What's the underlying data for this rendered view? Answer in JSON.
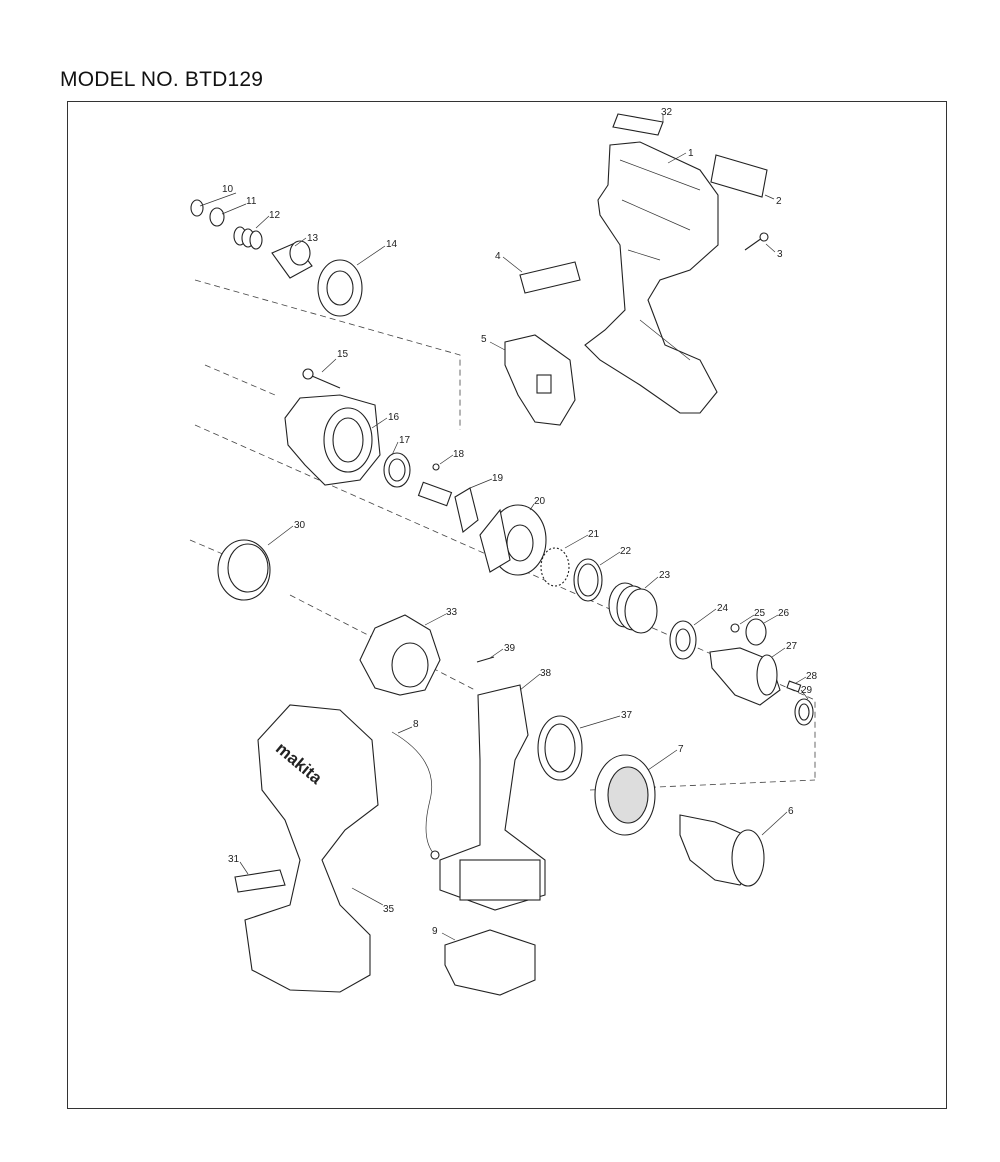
{
  "title": "MODEL NO. BTD129",
  "logo_text": "makita",
  "callouts": [
    {
      "id": "1"
    },
    {
      "id": "2"
    },
    {
      "id": "3"
    },
    {
      "id": "4"
    },
    {
      "id": "5"
    },
    {
      "id": "6"
    },
    {
      "id": "7"
    },
    {
      "id": "8"
    },
    {
      "id": "9"
    },
    {
      "id": "10"
    },
    {
      "id": "11"
    },
    {
      "id": "12"
    },
    {
      "id": "13"
    },
    {
      "id": "14"
    },
    {
      "id": "15"
    },
    {
      "id": "16"
    },
    {
      "id": "17"
    },
    {
      "id": "18"
    },
    {
      "id": "19"
    },
    {
      "id": "20"
    },
    {
      "id": "21"
    },
    {
      "id": "22"
    },
    {
      "id": "23"
    },
    {
      "id": "24"
    },
    {
      "id": "25"
    },
    {
      "id": "26"
    },
    {
      "id": "27"
    },
    {
      "id": "28"
    },
    {
      "id": "29"
    },
    {
      "id": "30"
    },
    {
      "id": "31"
    },
    {
      "id": "32"
    },
    {
      "id": "33"
    },
    {
      "id": "35"
    },
    {
      "id": "37"
    },
    {
      "id": "38"
    },
    {
      "id": "39"
    }
  ]
}
